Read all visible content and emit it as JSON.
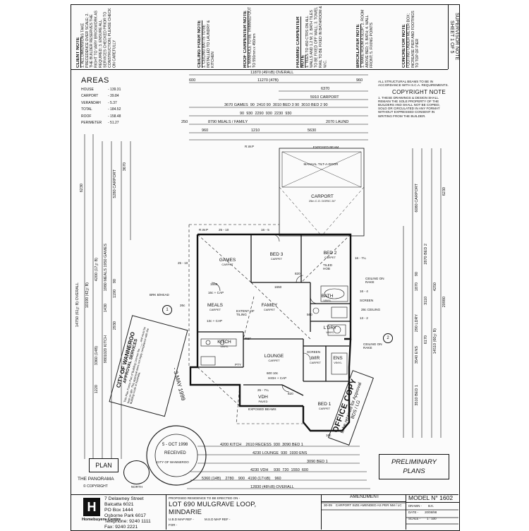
{
  "supervisor": {
    "title": "SUPERVISOR NOTE",
    "sheet": "SHEET 1 OF 5"
  },
  "notes": [
    {
      "heading": "CONCRETOR NOTE",
      "text": "FOOTING UNDER METER BOX; INCREASE PIER AND FOOTINGS TO TOP OF PIER"
    },
    {
      "heading": "BRICKLAYER NOTE",
      "text": "1. MAKE ROOM A SLOP; 2. ROOM ABOVE BED; 3. BATH; 4. WALL FRONT; 5. FIXING POINTS"
    },
    {
      "heading": "FRAMING CARPENTER NOTE",
      "text": "1. TILES TO 450 CTRS ON ALL WALLS AND 1.2 M; 2. BATH TILES TO BE FIXED OFF WALL; 3. TOWEL RAIL TO BE FIXED IN BATHROOM & W.C."
    },
    {
      "heading": "ROOF CARPENTER NOTE",
      "text": "1. MANHOLE TO BE TRIMMED OUT TO 550mm x 450mm"
    },
    {
      "heading": "CEILING FIXER NOTE",
      "text": "1. CEILING BATTS TO BE INSTALLED TO LAUNDRY & KITCHEN"
    },
    {
      "heading": "CLIENT NOTE",
      "text": "1. ALL DIMENSIONS TAKE PRECEDENCE OVER SCALE; 2. THE BUILDER RESERVES THE RIGHT TO VARY BRICKWORK AS REQUIRED; 3. ENSURE ALL SERVICES CHECKED PRIOR TO CONSTRUCTION; PLEASE CHECK ON CAREFULLY"
    }
  ],
  "areas": {
    "title": "AREAS",
    "rows": [
      {
        "label": "HOUSE",
        "value": "- 139.31"
      },
      {
        "label": "CARPORT",
        "value": "- 39.84"
      },
      {
        "label": "VERANDAH",
        "value": "- 5.37"
      },
      {
        "label": "TOTAL",
        "value": "- 184.52"
      },
      {
        "label": "ROOF",
        "value": "- 158.48"
      },
      {
        "label": "PERIMETER",
        "value": "- 51.27"
      }
    ]
  },
  "structural": "ALL STRUCTURAL BEAMS TO BE IN ACCORDANCE WITH S.C.A. REQUIREMENTS.",
  "copyright_note": {
    "title": "COPYRIGHT NOTE",
    "text": "1. THESE DRAWINGS & DESIGN SHALL REMAIN THE SOLE PROPERTY OF THE BUILDERS AND SHALL NOT BE COPIED, SOLD OR CIRCULATED IN ANY FORMAT WITHOUT EXPRESSED CONSENT IN WRITING FROM THE BUILDER."
  },
  "dims_top": {
    "overall": "11870 (49½B) OVERALL",
    "d11270": "11270 (47B)",
    "d600": "600",
    "d960": "960",
    "d6370": "6370",
    "d5910": "5910 CARPORT",
    "row1": [
      "3670 GAMES",
      "90",
      "2410",
      "90",
      "3010 BED 3",
      "90",
      "3010 BED 2",
      "90"
    ],
    "row2": [
      "90",
      "930",
      "2290",
      "930",
      "2230",
      "930"
    ],
    "row3": "8790 MEALS / FAMILY",
    "d2070": "2070 LAUND",
    "d960b": "960",
    "d1210": "1210",
    "d5630": "5630",
    "d250": "250"
  },
  "dims_left": {
    "overall": "14750 (61½B) OVERALL",
    "d6230": "6230",
    "d5280": "5280 CARPORT",
    "d3670": "3670",
    "rows": [
      "1950 GAMES",
      "4200 (17½B)",
      "1980 MEALS",
      "90",
      "1190",
      "1430",
      "2930",
      "3360 (14B)",
      "1020 KITCH",
      "980",
      "1220",
      "10190 (42½B)"
    ]
  },
  "dims_right": {
    "overall": "20980",
    "d6230": "6230",
    "d6080": "6080 CARPORT",
    "rows": [
      "2870 BED 2",
      "90",
      "1870",
      "4250",
      "3110",
      "290 LDRY",
      "3540 ENS",
      "6170",
      "3510 BED 1",
      "14510 (60½B)"
    ]
  },
  "dims_bottom": {
    "row1": [
      "4200 KITCH",
      "2610 RECESS",
      "930",
      "3090 BED 1"
    ],
    "row2": [
      "4230 LOUNGE",
      "930",
      "1930 ENS"
    ],
    "row3": [
      "3090",
      "BED 1"
    ],
    "row4": [
      "4230 VDH",
      "930",
      "720",
      "1550",
      "600"
    ],
    "row5": [
      "5360 (14B)",
      "2780",
      "900",
      "4190 (17½B)",
      "960"
    ],
    "overall": "12830 (48½B) OVERALL"
  },
  "rooms": {
    "carport": {
      "name": "CARPORT",
      "sub": "25m C.O. DORIC 24°"
    },
    "tilt_door": "MANUAL TILT-A-DOOR",
    "exposed_beam": "EXPOSED BEAM",
    "games": {
      "name": "GAMES",
      "sub": "CARPET"
    },
    "bed3": {
      "name": "BED 3",
      "sub": "CARPET"
    },
    "bed2": {
      "name": "BED 2",
      "sub": "CARPET"
    },
    "meals": {
      "name": "MEALS",
      "sub": "CARPET"
    },
    "family": {
      "name": "FAMILY",
      "sub": "CARPET"
    },
    "bath": {
      "name": "BATH",
      "sub": "VINYL"
    },
    "kitch": {
      "name": "KITCH",
      "sub": "VINYL"
    },
    "ldry": {
      "name": "L'DRY",
      "sub": "VINYL"
    },
    "lounge": {
      "name": "LOUNGE",
      "sub": "CARPET"
    },
    "wir": {
      "name": "WIR",
      "sub": "CARPET"
    },
    "ens": {
      "name": "ENS",
      "sub": "VINYL"
    },
    "vdh": {
      "name": "VDH",
      "sub": "PAVED"
    },
    "bed1": {
      "name": "BED 1",
      "sub": "CARPET"
    }
  },
  "labels": {
    "rwp": "R.W.P",
    "d25_10": "25 - 10",
    "d16_5": "16 - 5",
    "d16_7": "16 - 7¼",
    "d25_10b": "25 - 10",
    "tiled_hob": "TILED HOB",
    "ceiling_rake": "CEILING ON RAKE",
    "d16_4": "16 - 4",
    "screen": "SCREEN",
    "ceiling28": "28c CEILING",
    "d13_2": "13 - 2",
    "brk_bhead": "BRK B/HEAD",
    "d1550": "1550",
    "hb_cap": "16c + CAP",
    "extent_tiling": "EXTENT OF TILING",
    "hb_cap2": "13c + CAP",
    "ref": "REF",
    "d26c": "26c",
    "d820": "820",
    "d600hb": "600 10c",
    "high_cap": "HIGH + CAP",
    "d25_7": "25 - 7¼",
    "d820b": "820",
    "exposed_beams": "EXPOSED BEAMS",
    "ceiling_rake2": "CEILING ON RAKE",
    "screen2": "SCREEN",
    "ptry": "PTY",
    "d16c": "16c",
    "circle1": "1",
    "circle2": "2",
    "d560": "560",
    "d1650": "1650"
  },
  "council_stamp": {
    "line1": "CITY OF WANNEROO",
    "line2": "APPROVAL SERVICES",
    "line3": "This Plan Forms Part of Building Licence No. ___ and must be kept on site. This approval does not imply compliance with the Building Code of Australia.",
    "date": "- 3 MAY 1999"
  },
  "office_stamp": {
    "line1": "OFFICE COPY",
    "line2": "to be retained for Approval",
    "line3": "BDS / LG"
  },
  "round_stamp": {
    "line1": "5 - OCT 1998",
    "line2": "RECEIVED",
    "line3": "CITY OF WANNEROO"
  },
  "preliminary": {
    "line1": "PRELIMINARY",
    "line2": "PLANS"
  },
  "plan_label": "PLAN",
  "panorama": "THE PANORAMA",
  "copyright_mark": "COPYRIGHT",
  "north": "NORTH",
  "title_block": {
    "logo_letter": "H",
    "company": "Homebuyers Centre",
    "address": [
      "7 Delawney Street",
      "Balcatta 6021",
      "PO Box 1444",
      "Osborne Park 6017",
      "Telephone: 9240 1111",
      "Fax: 9240 2221"
    ],
    "proposed": "PROPOSED RESIDENCE TO BE ERECTED ON -",
    "lot": "LOT 690 MULGRAVE LOOP,",
    "suburb": "MINDARIE",
    "ubd": "U.B.D MAP REF -",
    "msd": "M.S.D MAP REF -",
    "for": "FOR -",
    "amend_title": "AMENDMENT",
    "amend_date": "30-09",
    "amend_text": "CARPORT SIZE AMENDED AS PER NM / LC",
    "model": "MODEL N° 1602",
    "drawn_label": "DRAWN -",
    "drawn": "B.K.",
    "date_label": "DATE -",
    "date": "20/08/98",
    "scale_label": "SCALE -",
    "scale": "1 : 100"
  }
}
